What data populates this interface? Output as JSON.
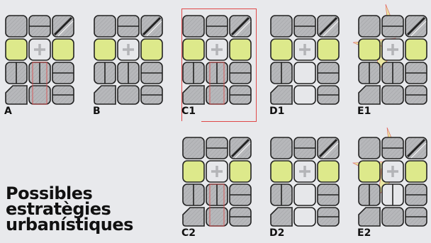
{
  "colors": {
    "background": "#e8e9ec",
    "block_fill": "#b7b8bb",
    "block_stroke": "#222222",
    "green_space": "#dde98b",
    "plaza": "#e6e7ea",
    "highlight": "#e04848",
    "triangle_fill": "#ece79a"
  },
  "panels": [
    {
      "id": "A",
      "label": "A",
      "variant": "A"
    },
    {
      "id": "B",
      "label": "B",
      "variant": "B"
    },
    {
      "id": "C1",
      "label": "C1",
      "variant": "C"
    },
    {
      "id": "D1",
      "label": "D1",
      "variant": "D"
    },
    {
      "id": "E1",
      "label": "E1",
      "variant": "E1"
    },
    {
      "id": "C2",
      "label": "C2",
      "variant": "C"
    },
    {
      "id": "D2",
      "label": "D2",
      "variant": "D"
    },
    {
      "id": "E2",
      "label": "E2",
      "variant": "E2"
    }
  ],
  "title": {
    "lines": [
      "Possibles",
      "estratègies",
      "urbanístiques"
    ]
  },
  "icons": {
    "center": "plus-icon"
  }
}
